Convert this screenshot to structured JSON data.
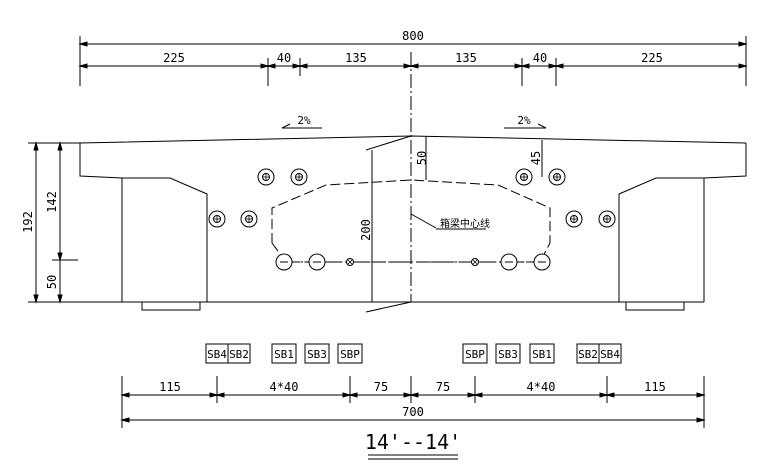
{
  "dimensions_top": {
    "total": "800",
    "segments": [
      "225",
      "40",
      "135",
      "135",
      "40",
      "225"
    ]
  },
  "slope": {
    "left": "2%",
    "right": "2%"
  },
  "dimensions_left": {
    "total_height": "192",
    "web_height": "142",
    "bottom": "50"
  },
  "dimensions_inner": {
    "anchor_offset_left": "50",
    "anchor_offset_right": "45",
    "inner_height": "200"
  },
  "centerline_label": "箱梁中心线",
  "tendon_labels": {
    "left": [
      "SB4",
      "SB2",
      "SB1",
      "SB3",
      "SBP"
    ],
    "right": [
      "SBP",
      "SB3",
      "SB1",
      "SB2",
      "SB4"
    ]
  },
  "dimensions_bottom": {
    "segments": [
      "115",
      "4*40",
      "75",
      "75",
      "4*40",
      "115"
    ],
    "total": "700"
  },
  "section_title": "14'--14'"
}
